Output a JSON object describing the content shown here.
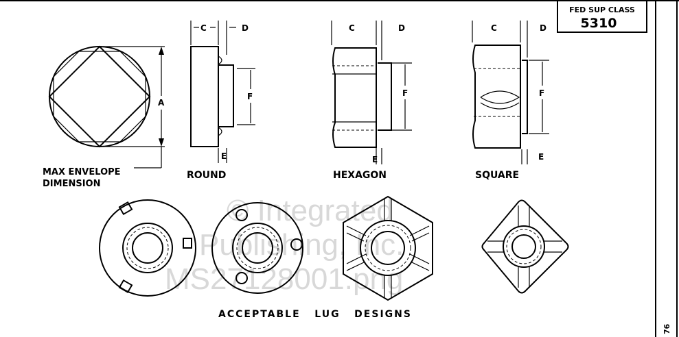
{
  "title_block": {
    "label": "FED SUP CLASS",
    "class_number": "5310"
  },
  "sheet_number_fragment": "76",
  "dimension_letters": {
    "a": "A",
    "c": "C",
    "d": "D",
    "e": "E",
    "f": "F"
  },
  "labels": {
    "max_envelope_line1": "MAX ENVELOPE",
    "max_envelope_line2": "DIMENSION",
    "round": "ROUND",
    "hexagon": "HEXAGON",
    "square": "SQUARE",
    "caption": "ACCEPTABLE   LUG   DESIGNS"
  },
  "watermark": {
    "line1": "© Integrated",
    "line2": "Publishing, Inc.",
    "line3": "MS27128001.png"
  }
}
